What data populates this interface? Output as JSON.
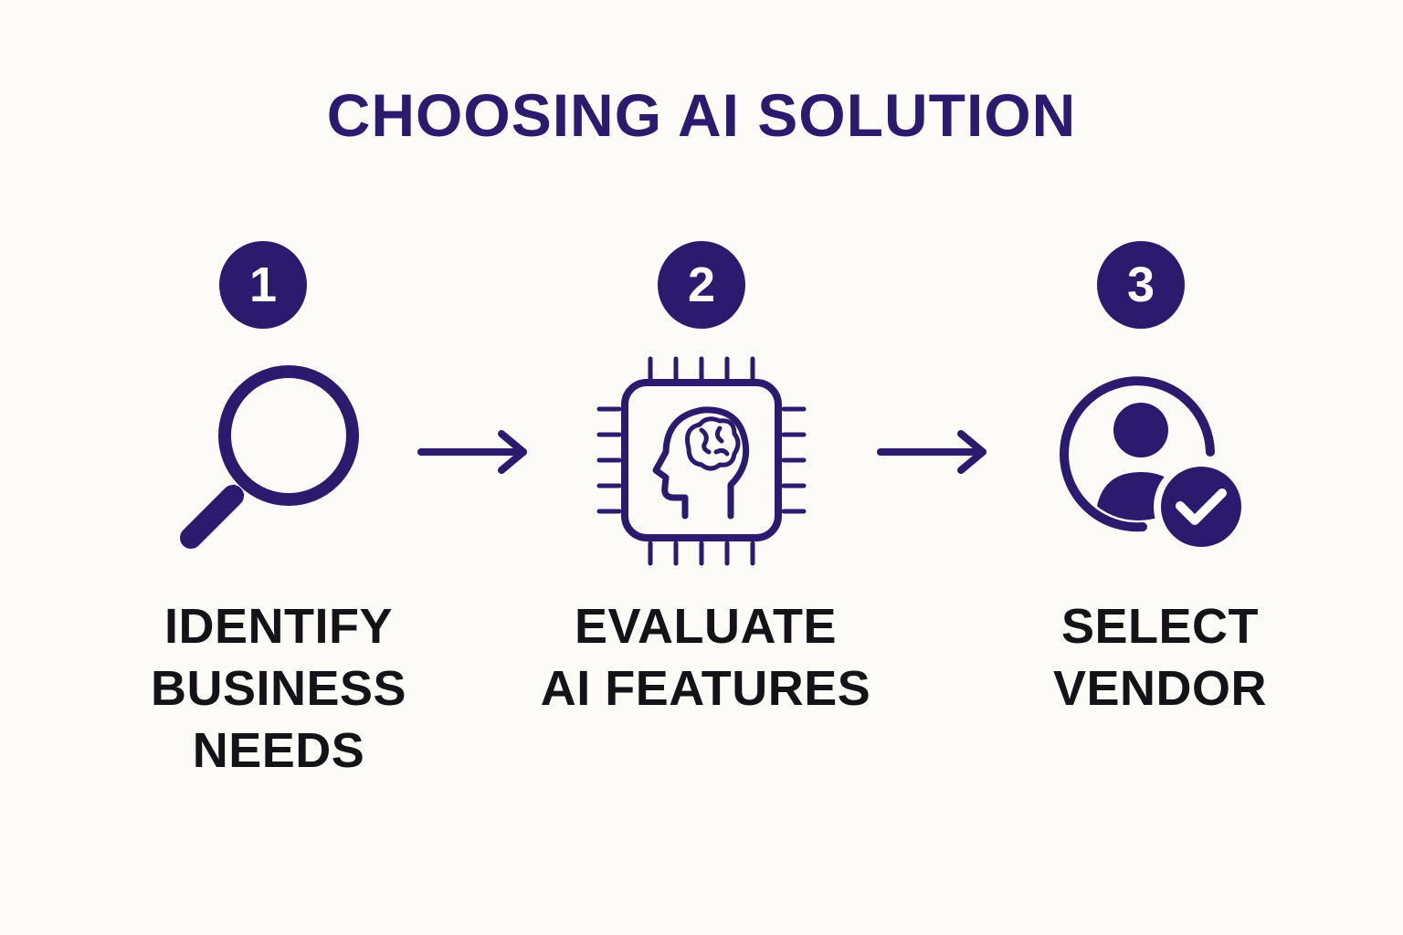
{
  "title": "CHOOSING AI SOLUTION",
  "colors": {
    "primary": "#2c1a6e",
    "text": "#141418",
    "background": "#fcfbf7"
  },
  "steps": [
    {
      "number": "1",
      "icon": "magnifying-glass-icon",
      "label_lines": [
        "IDENTIFY",
        "BUSINESS",
        "NEEDS"
      ]
    },
    {
      "number": "2",
      "icon": "ai-chip-brain-icon",
      "label_lines": [
        "EVALUATE",
        "AI FEATURES"
      ]
    },
    {
      "number": "3",
      "icon": "user-check-icon",
      "label_lines": [
        "SELECT",
        "VENDOR"
      ]
    }
  ]
}
